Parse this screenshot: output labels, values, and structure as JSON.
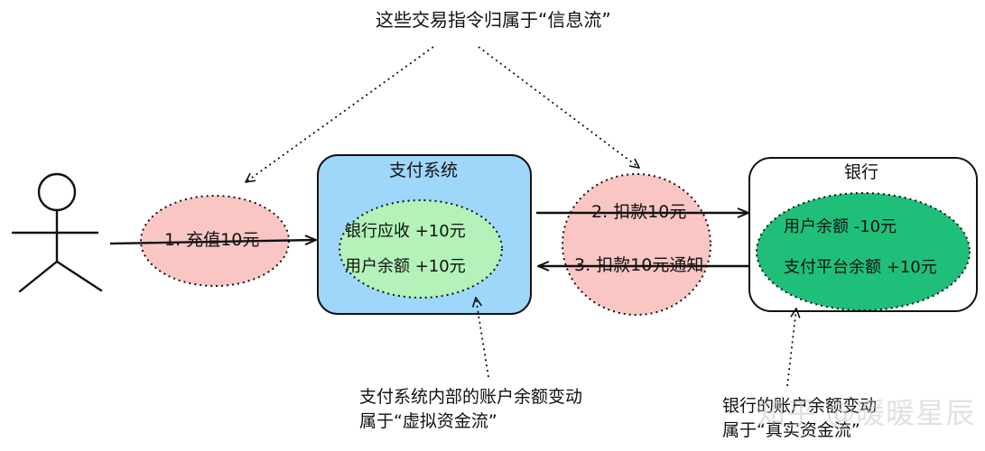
{
  "top_note": "这些交易指令归属于“信息流”",
  "user": {
    "icon": "stick-figure-user-icon"
  },
  "steps": {
    "recharge": "1. 充值10元",
    "deduct": "2. 扣款10元",
    "notify": "3. 扣款10元通知"
  },
  "payment_system": {
    "title": "支付系统",
    "bank_receivable": "银行应收  +10元",
    "user_balance": "用户余额  +10元"
  },
  "bank": {
    "title": "银行",
    "user_balance": "用户余额  -10元",
    "platform_balance": "支付平台余额  +10元"
  },
  "notes": {
    "virtual_line1": "支付系统内部的账户余额变动",
    "virtual_line2": "属于“虚拟资金流”",
    "real_line1": "银行的账户余额变动",
    "real_line2": "属于“真实资金流”"
  },
  "watermark": "知乎 @暖暖星辰",
  "colors": {
    "step_ellipse": "#f9c6c4",
    "payment_box": "#9fd7fb",
    "payment_inner": "#b3f2b8",
    "bank_inner": "#1fbf7a",
    "stroke": "#111111"
  }
}
